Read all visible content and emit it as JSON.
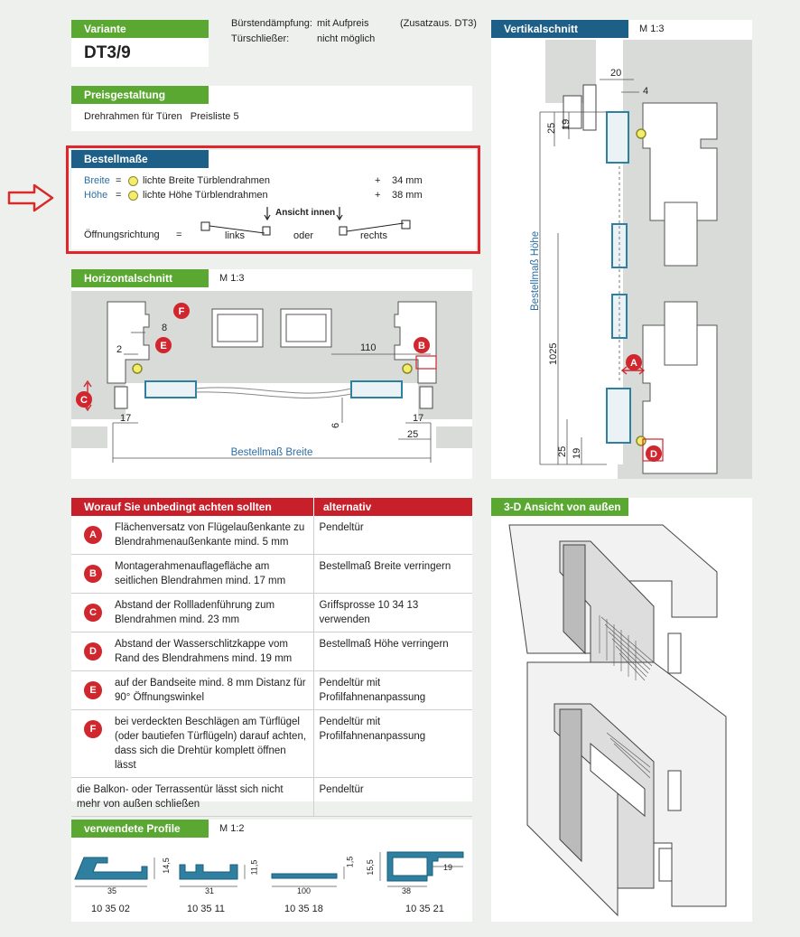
{
  "variante": {
    "header": "Variante",
    "value": "DT3/9"
  },
  "info": {
    "row1_label": "Bürstendämpfung:",
    "row1_value": "mit Aufpreis",
    "row1_note": "(Zusatzaus. DT3)",
    "row2_label": "Türschließer:",
    "row2_value": "nicht möglich"
  },
  "preis": {
    "header": "Preisgestaltung",
    "text": "Drehrahmen für Türen   Preisliste 5"
  },
  "bestell": {
    "header": "Bestellmaße",
    "breite_label": "Breite",
    "breite_text": "lichte Breite Türblendrahmen",
    "breite_plus": "+",
    "breite_value": "34 mm",
    "hoehe_label": "Höhe",
    "hoehe_text": "lichte Höhe Türblendrahmen",
    "hoehe_plus": "+",
    "hoehe_value": "38 mm",
    "eq": "=",
    "oeffnung_label": "Öffnungsrichtung",
    "ansicht": "Ansicht innen",
    "links": "links",
    "oder": "oder",
    "rechts": "rechts"
  },
  "horizontal": {
    "header": "Horizontalschnitt",
    "scale": "M 1:3",
    "dims": {
      "d8": "8",
      "d2": "2",
      "d110": "110",
      "d17a": "17",
      "d17b": "17",
      "d6": "6",
      "d25": "25",
      "breite": "Bestellmaß Breite"
    },
    "markers": {
      "F": "F",
      "E": "E",
      "B": "B",
      "C": "C"
    }
  },
  "vertikal": {
    "header": "Vertikalschnitt",
    "scale": "M 1:3",
    "dims": {
      "d20": "20",
      "d4": "4",
      "d25a": "25",
      "d19a": "19",
      "hoehe": "Bestellmaß Höhe",
      "d1025": "1025",
      "d25b": "25",
      "d19b": "19"
    },
    "markers": {
      "A": "A",
      "D": "D"
    }
  },
  "requirements": {
    "header_left": "Worauf Sie unbedingt achten sollten",
    "header_right": "alternativ",
    "rows": [
      {
        "badge": "A",
        "text": "Flächenversatz von Flügelaußenkante zu Blendrahmenaußenkante mind. 5 mm",
        "alt": "Pendeltür"
      },
      {
        "badge": "B",
        "text": "Montagerahmenauflagefläche am seitlichen Blendrahmen mind. 17 mm",
        "alt": "Bestellmaß Breite verringern"
      },
      {
        "badge": "C",
        "text": "Abstand der Rollladenführung zum Blendrahmen mind. 23 mm",
        "alt": "Griffsprosse 10 34 13 verwenden"
      },
      {
        "badge": "D",
        "text": "Abstand der Wasserschlitzkappe vom Rand des Blendrahmens mind. 19 mm",
        "alt": "Bestellmaß Höhe verringern"
      },
      {
        "badge": "E",
        "text": "auf der Bandseite mind. 8 mm Distanz für 90° Öffnungswinkel",
        "alt": "Pendeltür mit Profilfahnenanpassung"
      },
      {
        "badge": "F",
        "text": "bei verdeckten Beschlägen am Türflügel (oder bautiefen Türflügeln) darauf achten, dass sich die Drehtür komplett öffnen lässt",
        "alt": "Pendeltür mit Profilfahnenanpassung"
      },
      {
        "badge": "",
        "text": "die Balkon- oder Terrassentür lässt sich nicht mehr von außen schließen",
        "alt": "Pendeltür"
      }
    ]
  },
  "ansicht3d": {
    "header": "3-D Ansicht von außen"
  },
  "profile": {
    "header": "verwendete Profile",
    "scale": "M 1:2",
    "items": [
      {
        "id": "10 35 02",
        "w": "35",
        "h": "14,5"
      },
      {
        "id": "10 35 11",
        "w": "31",
        "h": "11,5"
      },
      {
        "id": "10 35 18",
        "w": "100",
        "h": "1,5"
      },
      {
        "id": "10 35 21",
        "w": "38",
        "h": "15,5",
        "inner": "19"
      }
    ]
  },
  "colors": {
    "green": "#5aa832",
    "blue": "#1d5f86",
    "red": "#c8202a",
    "highlight": "#2c6fa6",
    "profile": "#2f7fa0"
  }
}
